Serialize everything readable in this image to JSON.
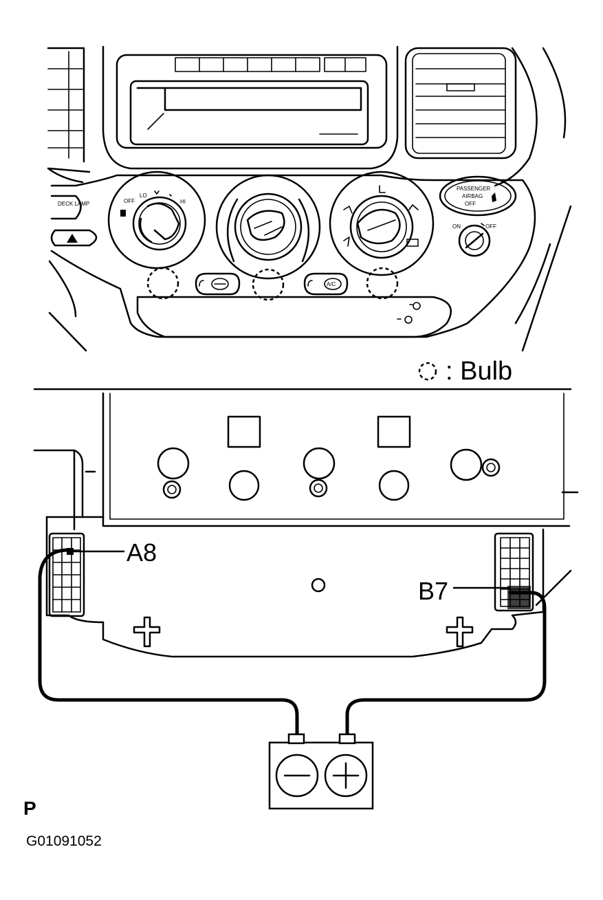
{
  "panel": {
    "deck_lamp_label": "DECK LAMP",
    "fan_off_label": "OFF",
    "fan_lo_label": "LO",
    "fan_hi_label": "HI",
    "airbag_line1": "PASSENGER",
    "airbag_line2": "AIRBAG",
    "airbag_line3": "OFF",
    "on_label": "ON",
    "off_label": "OFF",
    "ac_label": "A/C"
  },
  "legend": {
    "symbol": "◌",
    "text": ": Bulb"
  },
  "callouts": {
    "a8": "A8",
    "b7": "B7"
  },
  "footer": {
    "code": "P",
    "figure_id": "G01091052"
  }
}
